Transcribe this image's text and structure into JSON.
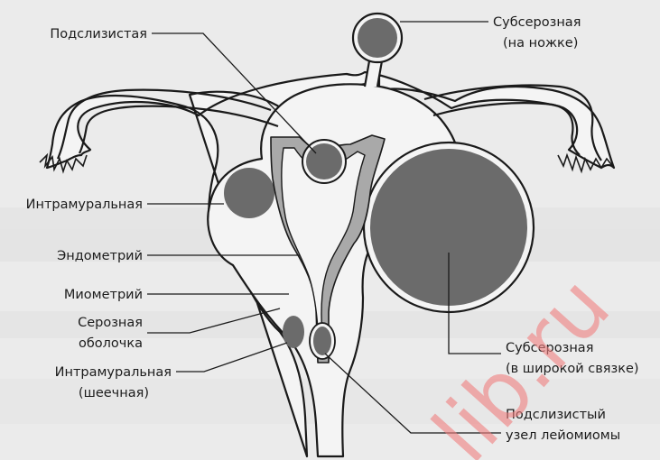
{
  "labels": {
    "podslizistaya": "Подслизистая",
    "intramuralnaya": "Интрамуральная",
    "endometriy": "Эндометрий",
    "miometriy": "Миометрий",
    "seroznaya_line1": "Серозная",
    "seroznaya_line2": "оболочка",
    "intramuralnaya_cervical_line1": "Интрамуральная",
    "intramuralnaya_cervical_line2": "(шеечная)",
    "subserous_stalk_line1": "Субсерозная",
    "subserous_stalk_line2": "(на ножке)",
    "subserous_ligament_line1": "Субсерозная",
    "subserous_ligament_line2": "(в широкой связке)",
    "submucous_node_line1": "Подслизистый",
    "submucous_node_line2": "узел лейомиомы"
  },
  "watermark": "lib.ru",
  "colors": {
    "background": "#ebebeb",
    "tissue": "#f4f4f4",
    "fibroid": "#6b6b6b",
    "endometrium": "#a9a9a9",
    "outline": "#1a1a1a",
    "watermark": "#f07f7f"
  }
}
